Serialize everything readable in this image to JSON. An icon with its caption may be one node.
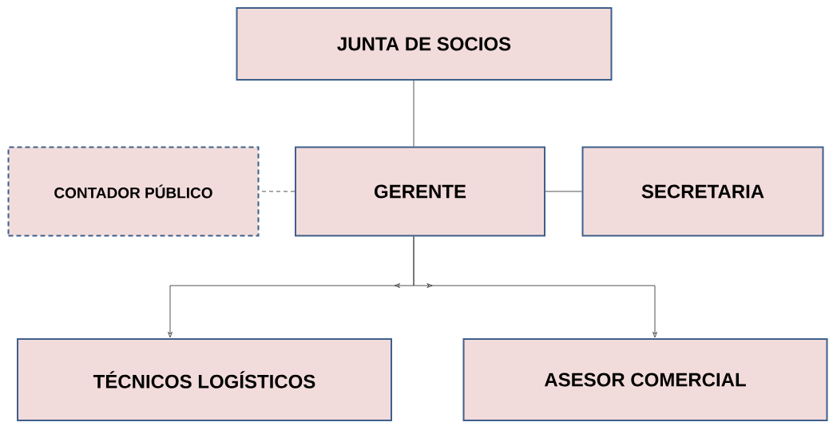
{
  "diagram": {
    "nodes": [
      {
        "text": [
          "JUNTA DE SOCIOS"
        ]
      },
      {
        "text": [
          "CONTADOR PÚBLICO"
        ]
      },
      {
        "text": [
          "GERENTE"
        ]
      },
      {
        "text": [
          "SECRETARIA"
        ]
      },
      {
        "text": [
          "TÉCNICOS LOGÍSTICOS"
        ]
      },
      {
        "text": [
          "ASESOR COMERCIAL"
        ]
      }
    ],
    "edges": [
      {
        "from": 0,
        "to": 2,
        "arrow": "none"
      },
      {
        "from": 2,
        "to": 1,
        "arrow": "none",
        "style": "dashed"
      },
      {
        "from": 2,
        "to": 3,
        "arrow": "none"
      },
      {
        "from": 2,
        "to": 4,
        "arrow": "to"
      },
      {
        "from": 2,
        "to": 5,
        "arrow": "to"
      }
    ]
  }
}
